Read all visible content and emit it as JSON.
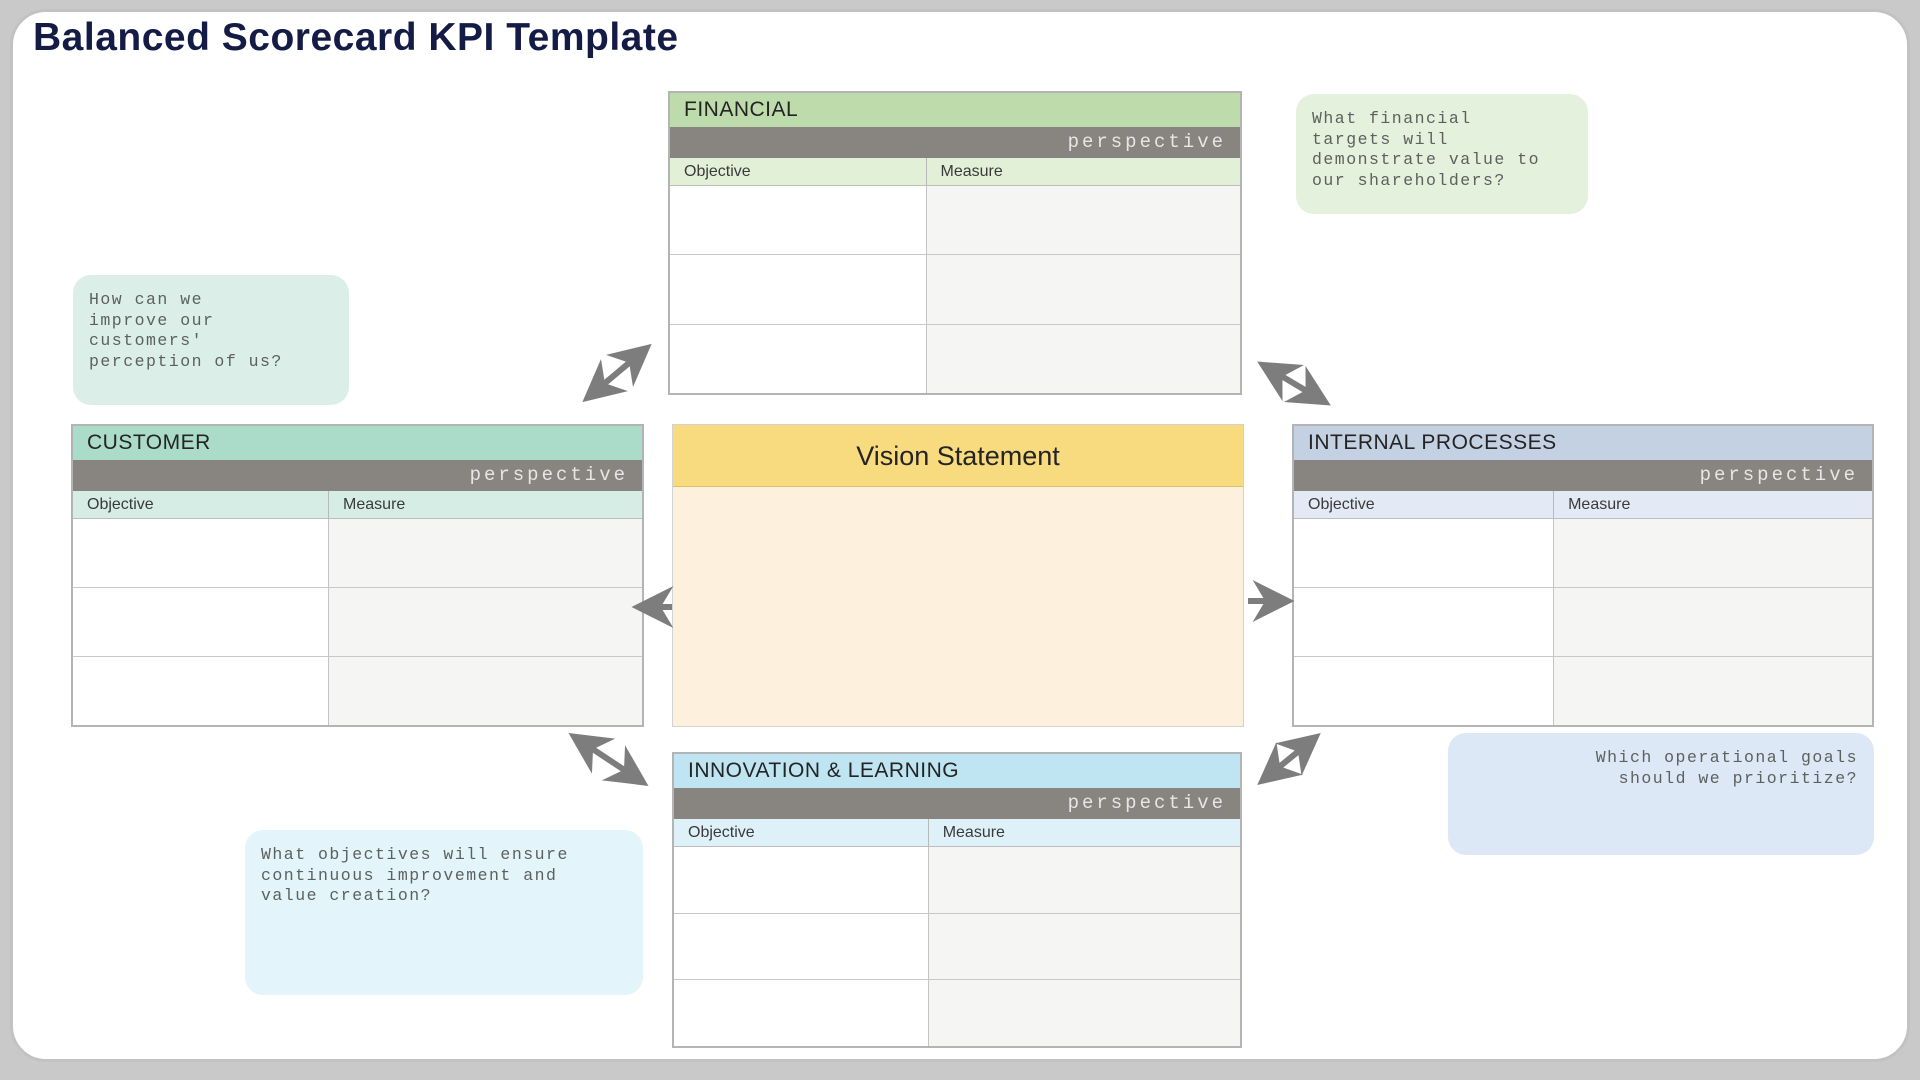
{
  "page": {
    "title": "Balanced Scorecard KPI Template",
    "title_color": "#141b45",
    "background": "#c9c9c9",
    "card_background": "#ffffff"
  },
  "shared": {
    "perspective_label": "perspective",
    "columns": [
      "Objective",
      "Measure"
    ],
    "perspective_bar_color": "#88847f",
    "arrow_color": "#7d7d7d",
    "empty_measure_cell_color": "#f5f5f4"
  },
  "tables": {
    "financial": {
      "name": "FINANCIAL",
      "header_color": "#bedcab",
      "subheader_color": "#e3f0d8",
      "row_count": 3
    },
    "customer": {
      "name": "CUSTOMER",
      "header_color": "#abdcca",
      "subheader_color": "#d6ede5",
      "row_count": 3
    },
    "internal": {
      "name": "INTERNAL PROCESSES",
      "header_color": "#c4d1e3",
      "subheader_color": "#e3eaf5",
      "row_count": 3
    },
    "innovation": {
      "name": "INNOVATION & LEARNING",
      "header_color": "#bfe5f3",
      "subheader_color": "#def1f9",
      "row_count": 3
    }
  },
  "vision": {
    "title": "Vision Statement",
    "header_color": "#f8db7f",
    "body_color": "#fdf0dd"
  },
  "notes": {
    "financial": {
      "text": "What financial\ntargets will\ndemonstrate value to\nour shareholders?",
      "background": "#e4f1dc",
      "align": "left"
    },
    "customer": {
      "text": "How can we\nimprove our\ncustomers'\nperception of us?",
      "background": "#dceee8",
      "align": "left"
    },
    "innovation": {
      "text": "What objectives will ensure\ncontinuous improvement and\nvalue creation?",
      "background": "#e3f4fb",
      "align": "left"
    },
    "internal": {
      "text": "Which operational goals\nshould we prioritize?",
      "background": "#dde8f7",
      "align": "right"
    }
  }
}
